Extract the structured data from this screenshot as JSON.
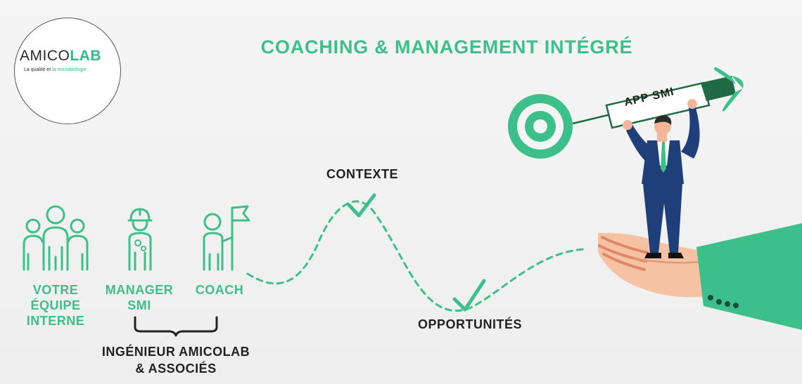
{
  "header": {
    "title": "COACHING & MANAGEMENT INTÉGRÉ"
  },
  "logo": {
    "brand_a": "AMICO",
    "brand_b": "LAB",
    "tagline_a": "La qualité et ",
    "tagline_b": "la microbiologie"
  },
  "roles": {
    "team": [
      "VOTRE",
      "ÉQUIPE",
      "INTERNE"
    ],
    "manager": [
      "MANAGER",
      "SMI"
    ],
    "coach": "COACH"
  },
  "group_label": [
    "INGÉNIEUR AMICOLAB",
    "& ASSOCIÉS"
  ],
  "path": {
    "context": "CONTEXTE",
    "opportunities": "OPPORTUNITÉS"
  },
  "dart_text": "APP SMI",
  "colors": {
    "accent": "#3dbf8a",
    "dark_green": "#1f6b45",
    "suit": "#1f3f7a",
    "skin": "#f2b79a"
  }
}
